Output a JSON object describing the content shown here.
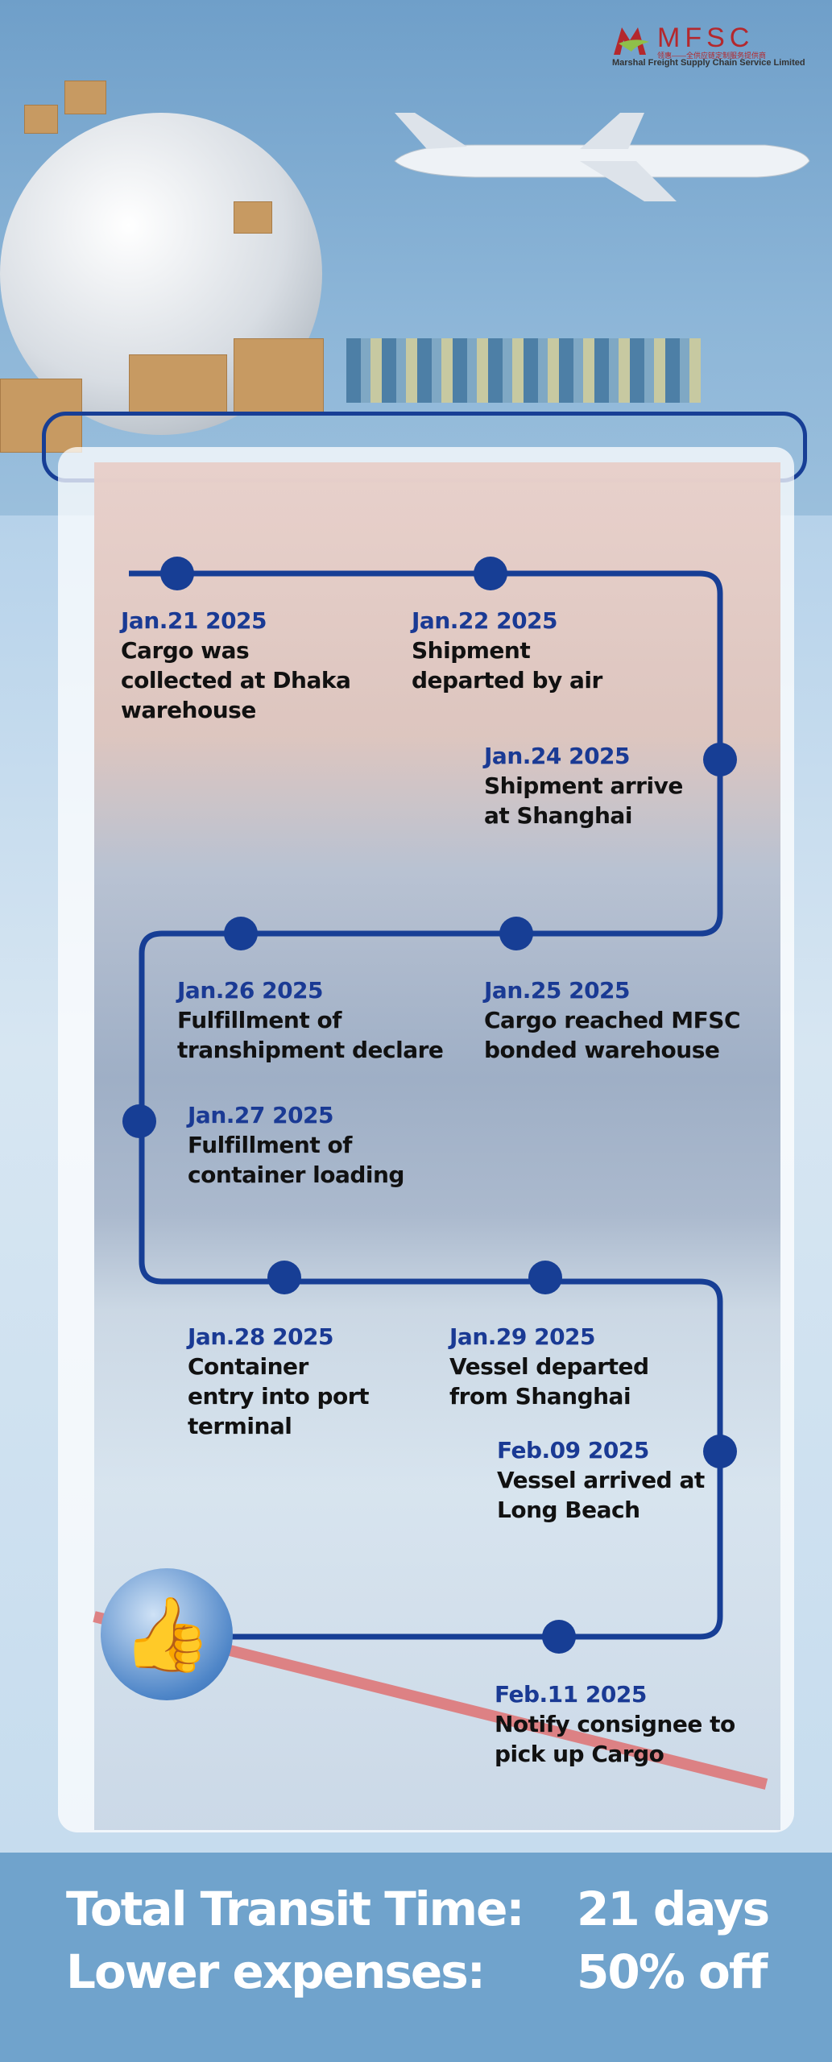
{
  "brand": {
    "logo_text": "MFSC",
    "tagline_cn": "领惠——全供应链定制服务提供商",
    "company_name": "Marshal Freight Supply Chain Service Limited"
  },
  "timeline": [
    {
      "date": "Jan.21 2025",
      "text": "Cargo was\ncollected at Dhaka\nwarehouse"
    },
    {
      "date": "Jan.22 2025",
      "text": "Shipment\ndeparted by air"
    },
    {
      "date": "Jan.24 2025",
      "text": "Shipment  arrive\nat Shanghai"
    },
    {
      "date": "Jan.25 2025",
      "text": "Cargo reached MFSC\nbonded warehouse"
    },
    {
      "date": "Jan.26 2025",
      "text": "Fulfillment of\ntranshipment declare"
    },
    {
      "date": "Jan.27 2025",
      "text": "Fulfillment of\ncontainer loading"
    },
    {
      "date": "Jan.28 2025",
      "text": "Container\nentry into port\nterminal"
    },
    {
      "date": "Jan.29 2025",
      "text": "Vessel departed\nfrom Shanghai"
    },
    {
      "date": "Feb.09 2025",
      "text": "Vessel  arrived  at\nLong Beach"
    },
    {
      "date": "Feb.11 2025",
      "text": "Notify  consignee  to\npick up Cargo"
    }
  ],
  "summary": {
    "transit_label": "Total Transit Time:",
    "transit_value": "21 days",
    "expense_label": "Lower expenses:",
    "expense_value": "50% off"
  },
  "colors": {
    "timeline": "#173e95",
    "date": "#1a3a94",
    "background": "#70a3cc",
    "logo_red": "#b4282d"
  }
}
